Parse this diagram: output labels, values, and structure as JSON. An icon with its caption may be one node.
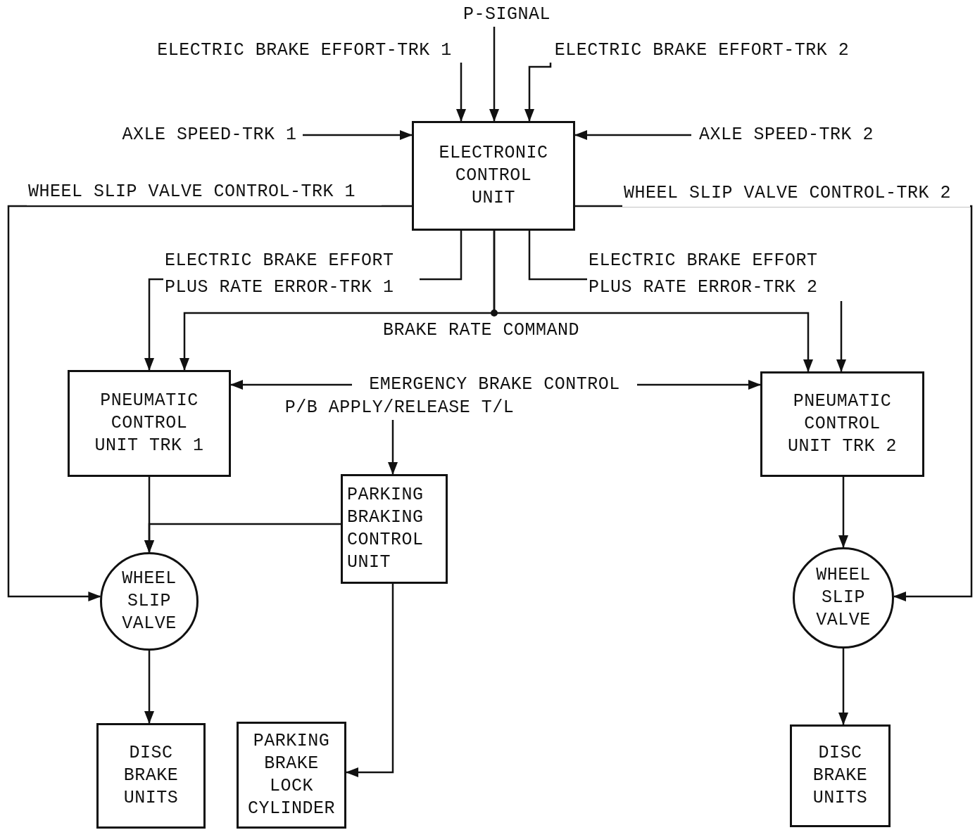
{
  "diagram": {
    "nodes": [
      {
        "text": [
          "P-SIGNAL"
        ]
      },
      {
        "text": [
          "ELECTRIC BRAKE EFFORT-TRK 1"
        ]
      },
      {
        "text": [
          "ELECTRIC BRAKE EFFORT-TRK 2"
        ]
      },
      {
        "text": [
          "AXLE SPEED-TRK 1"
        ]
      },
      {
        "text": [
          "ELECTRONIC CONTROL UNIT"
        ]
      },
      {
        "text": [
          "AXLE SPEED-TRK 2"
        ]
      },
      {
        "text": [
          "PNEUMATIC CONTROL UNIT TRK 1"
        ]
      },
      {
        "text": [
          "EMERGENCY BRAKE CONTROL"
        ]
      },
      {
        "text": [
          "P/B APPLY/RELEASE T/L"
        ]
      },
      {
        "text": [
          "PNEUMATIC CONTROL UNIT TRK 2"
        ]
      },
      {
        "text": [
          "PARKING BRAKING CONTROL UNIT"
        ]
      },
      {
        "text": [
          "WHEEL SLIP VALVE"
        ]
      },
      {
        "text": [
          "WHEEL SLIP VALVE"
        ]
      },
      {
        "text": [
          "DISC BRAKE UNITS"
        ]
      },
      {
        "text": [
          "PARKING BRAKE LOCK CYLINDER"
        ]
      },
      {
        "text": [
          "DISC BRAKE UNITS"
        ]
      }
    ],
    "edges": [
      {
        "from": 0,
        "to": 4,
        "arrow": "to"
      },
      {
        "from": 1,
        "to": 4,
        "arrow": "to"
      },
      {
        "from": 2,
        "to": 4,
        "arrow": "to"
      },
      {
        "from": 3,
        "to": 4,
        "arrow": "to"
      },
      {
        "from": 5,
        "to": 4,
        "arrow": "to"
      },
      {
        "from": 4,
        "to": 11,
        "arrow": "to",
        "label": "WHEEL SLIP VALVE CONTROL-TRK 1"
      },
      {
        "from": 4,
        "to": 12,
        "arrow": "to",
        "label": "WHEEL SLIP VALVE CONTROL-TRK 2"
      },
      {
        "from": 4,
        "to": 6,
        "arrow": "to",
        "label": "ELECTRIC BRAKE EFFORT PLUS RATE ERROR-TRK 1"
      },
      {
        "from": 4,
        "to": 9,
        "arrow": "to",
        "label": "ELECTRIC BRAKE EFFORT PLUS RATE ERROR-TRK 2"
      },
      {
        "from": 4,
        "to": 6,
        "arrow": "to",
        "label": "BRAKE RATE COMMAND"
      },
      {
        "from": 4,
        "to": 9,
        "arrow": "to"
      },
      {
        "from": 7,
        "to": 6,
        "arrow": "to"
      },
      {
        "from": 7,
        "to": 9,
        "arrow": "to"
      },
      {
        "from": 8,
        "to": 10,
        "arrow": "to"
      },
      {
        "from": 6,
        "to": 11,
        "arrow": "to"
      },
      {
        "from": 10,
        "to": 11,
        "arrow": "to"
      },
      {
        "from": 9,
        "to": 12,
        "arrow": "to"
      },
      {
        "from": 11,
        "to": 13,
        "arrow": "to"
      },
      {
        "from": 12,
        "to": 15,
        "arrow": "to"
      },
      {
        "from": 10,
        "to": 14,
        "arrow": "to"
      }
    ]
  }
}
